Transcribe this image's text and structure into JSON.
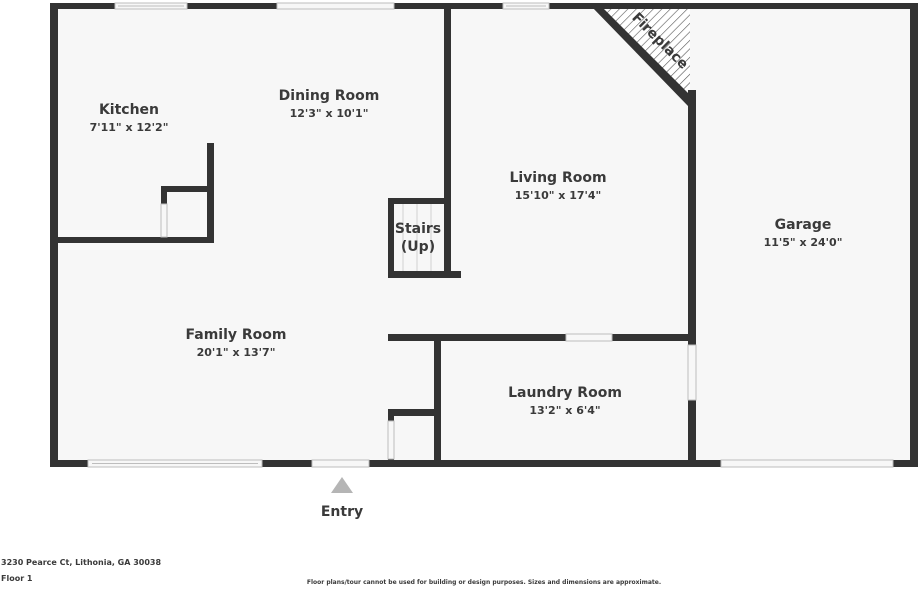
{
  "rooms": {
    "kitchen": {
      "name": "Kitchen",
      "dim": "7'11\" x 12'2\""
    },
    "dining": {
      "name": "Dining Room",
      "dim": "12'3\" x 10'1\""
    },
    "living": {
      "name": "Living Room",
      "dim": "15'10\" x 17'4\""
    },
    "garage": {
      "name": "Garage",
      "dim": "11'5\" x 24'0\""
    },
    "stairs": {
      "line1": "Stairs",
      "line2": "(Up)"
    },
    "family": {
      "name": "Family Room",
      "dim": "20'1\" x 13'7\""
    },
    "laundry": {
      "name": "Laundry Room",
      "dim": "13'2\" x 6'4\""
    },
    "fireplace": {
      "name": "Fireplace"
    }
  },
  "entry": {
    "label": "Entry"
  },
  "footer": {
    "address": "3230 Pearce Ct, Lithonia, GA 30038",
    "floor": "Floor 1",
    "disclaimer": "Floor plans/tour cannot be used for building or design purposes. Sizes and dimensions are approximate."
  },
  "colors": {
    "wall": "#333333",
    "floor": "#f7f7f7",
    "text": "#3a3a3a"
  }
}
